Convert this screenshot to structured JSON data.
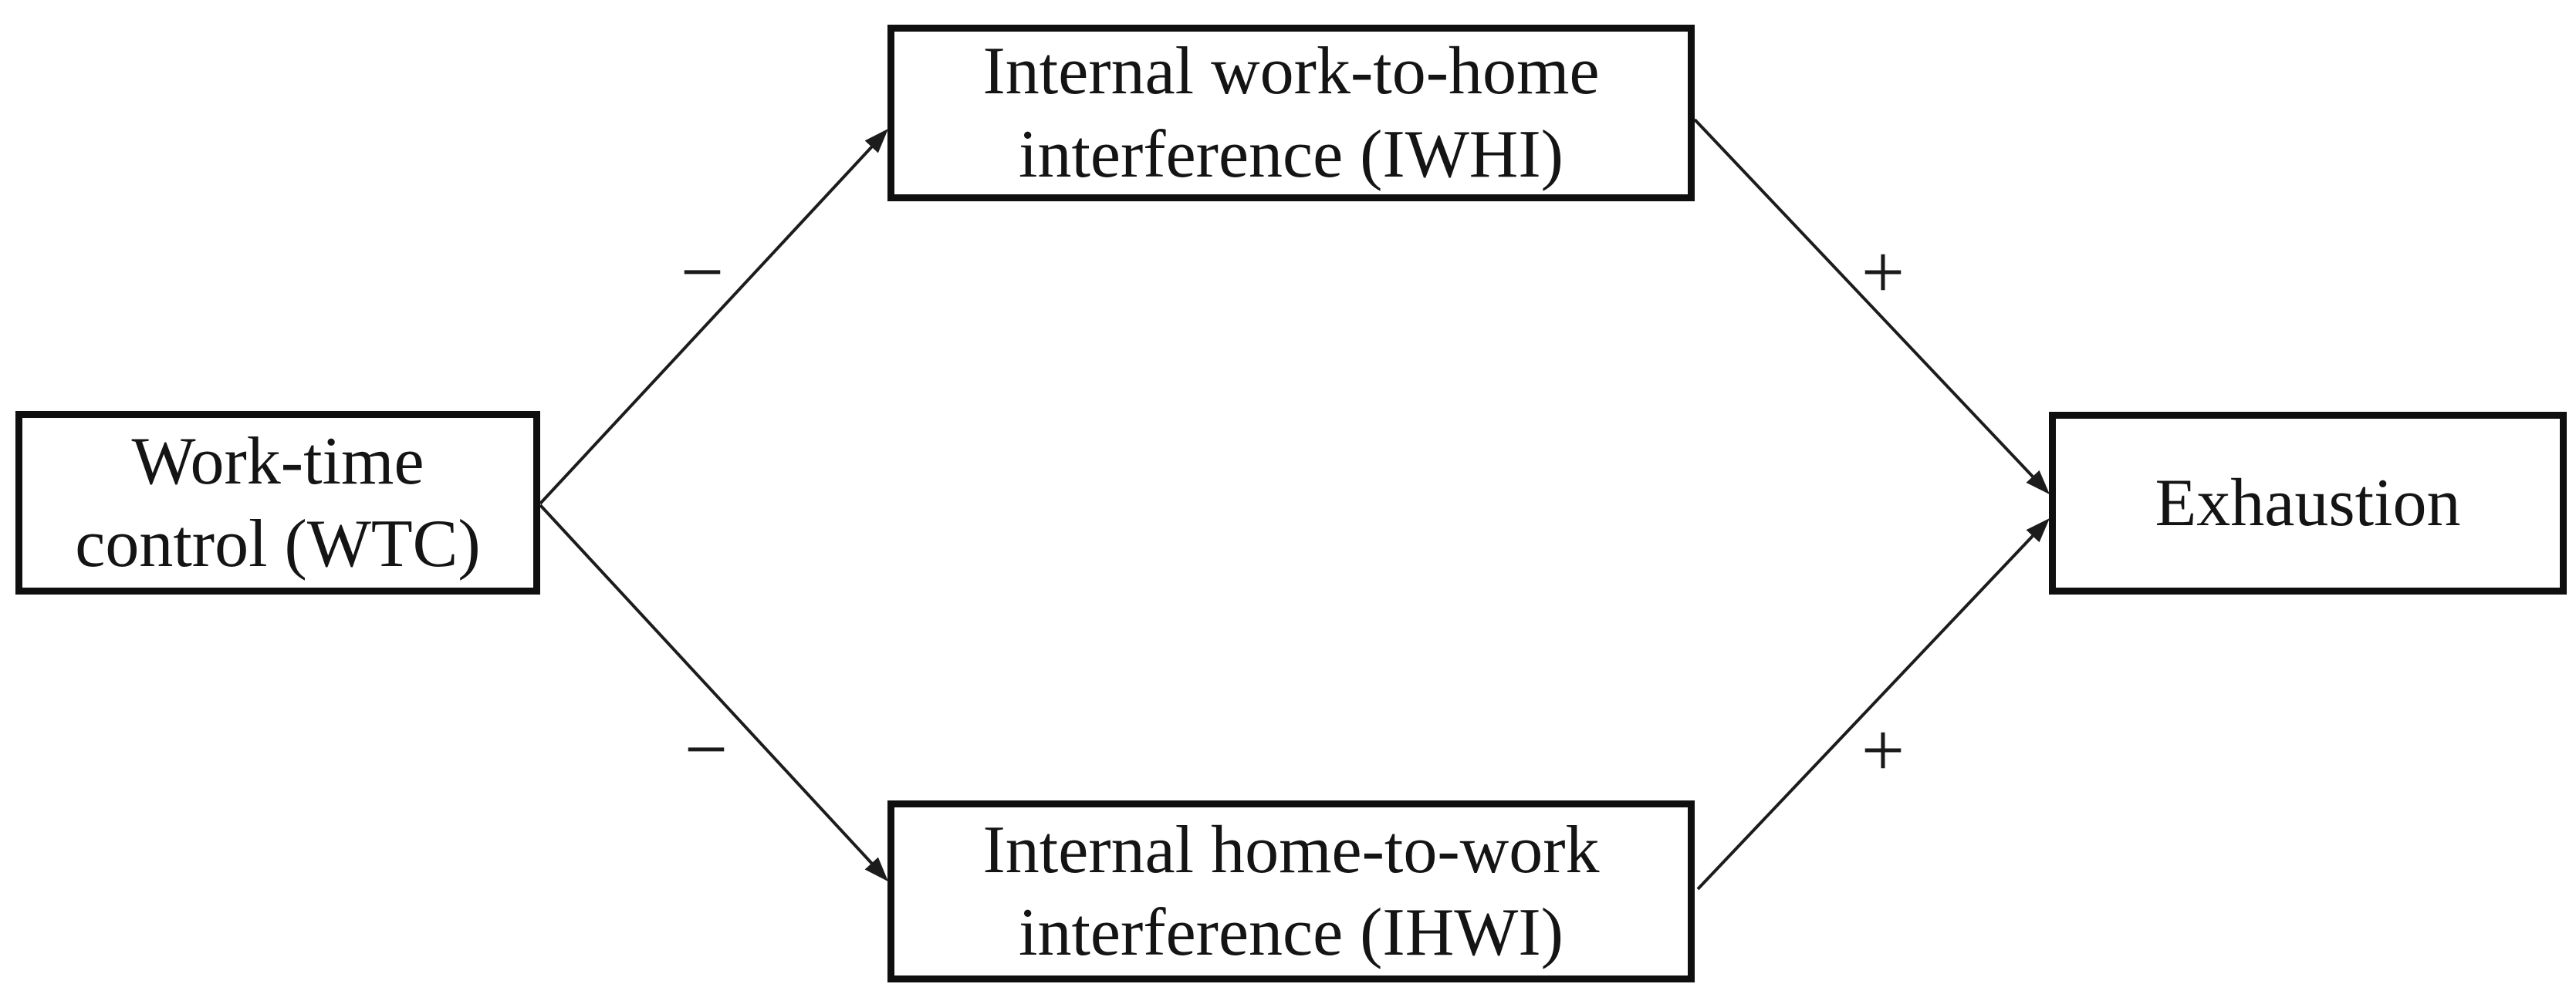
{
  "diagram": {
    "background_color": "#ffffff",
    "ink_color": "#1c1c1c",
    "nodes": [
      {
        "id": "wtc",
        "label": "Work-time\ncontrol (WTC)"
      },
      {
        "id": "iwhi",
        "label": "Internal work-to-home\ninterference (IWHI)"
      },
      {
        "id": "ihwi",
        "label": "Internal home-to-work\ninterference (IHWI)"
      },
      {
        "id": "exhaustion",
        "label": "Exhaustion"
      }
    ],
    "edges": [
      {
        "from": "wtc",
        "to": "iwhi",
        "sign": "−"
      },
      {
        "from": "wtc",
        "to": "ihwi",
        "sign": "−"
      },
      {
        "from": "iwhi",
        "to": "exhaustion",
        "sign": "+"
      },
      {
        "from": "ihwi",
        "to": "exhaustion",
        "sign": "+"
      }
    ]
  }
}
